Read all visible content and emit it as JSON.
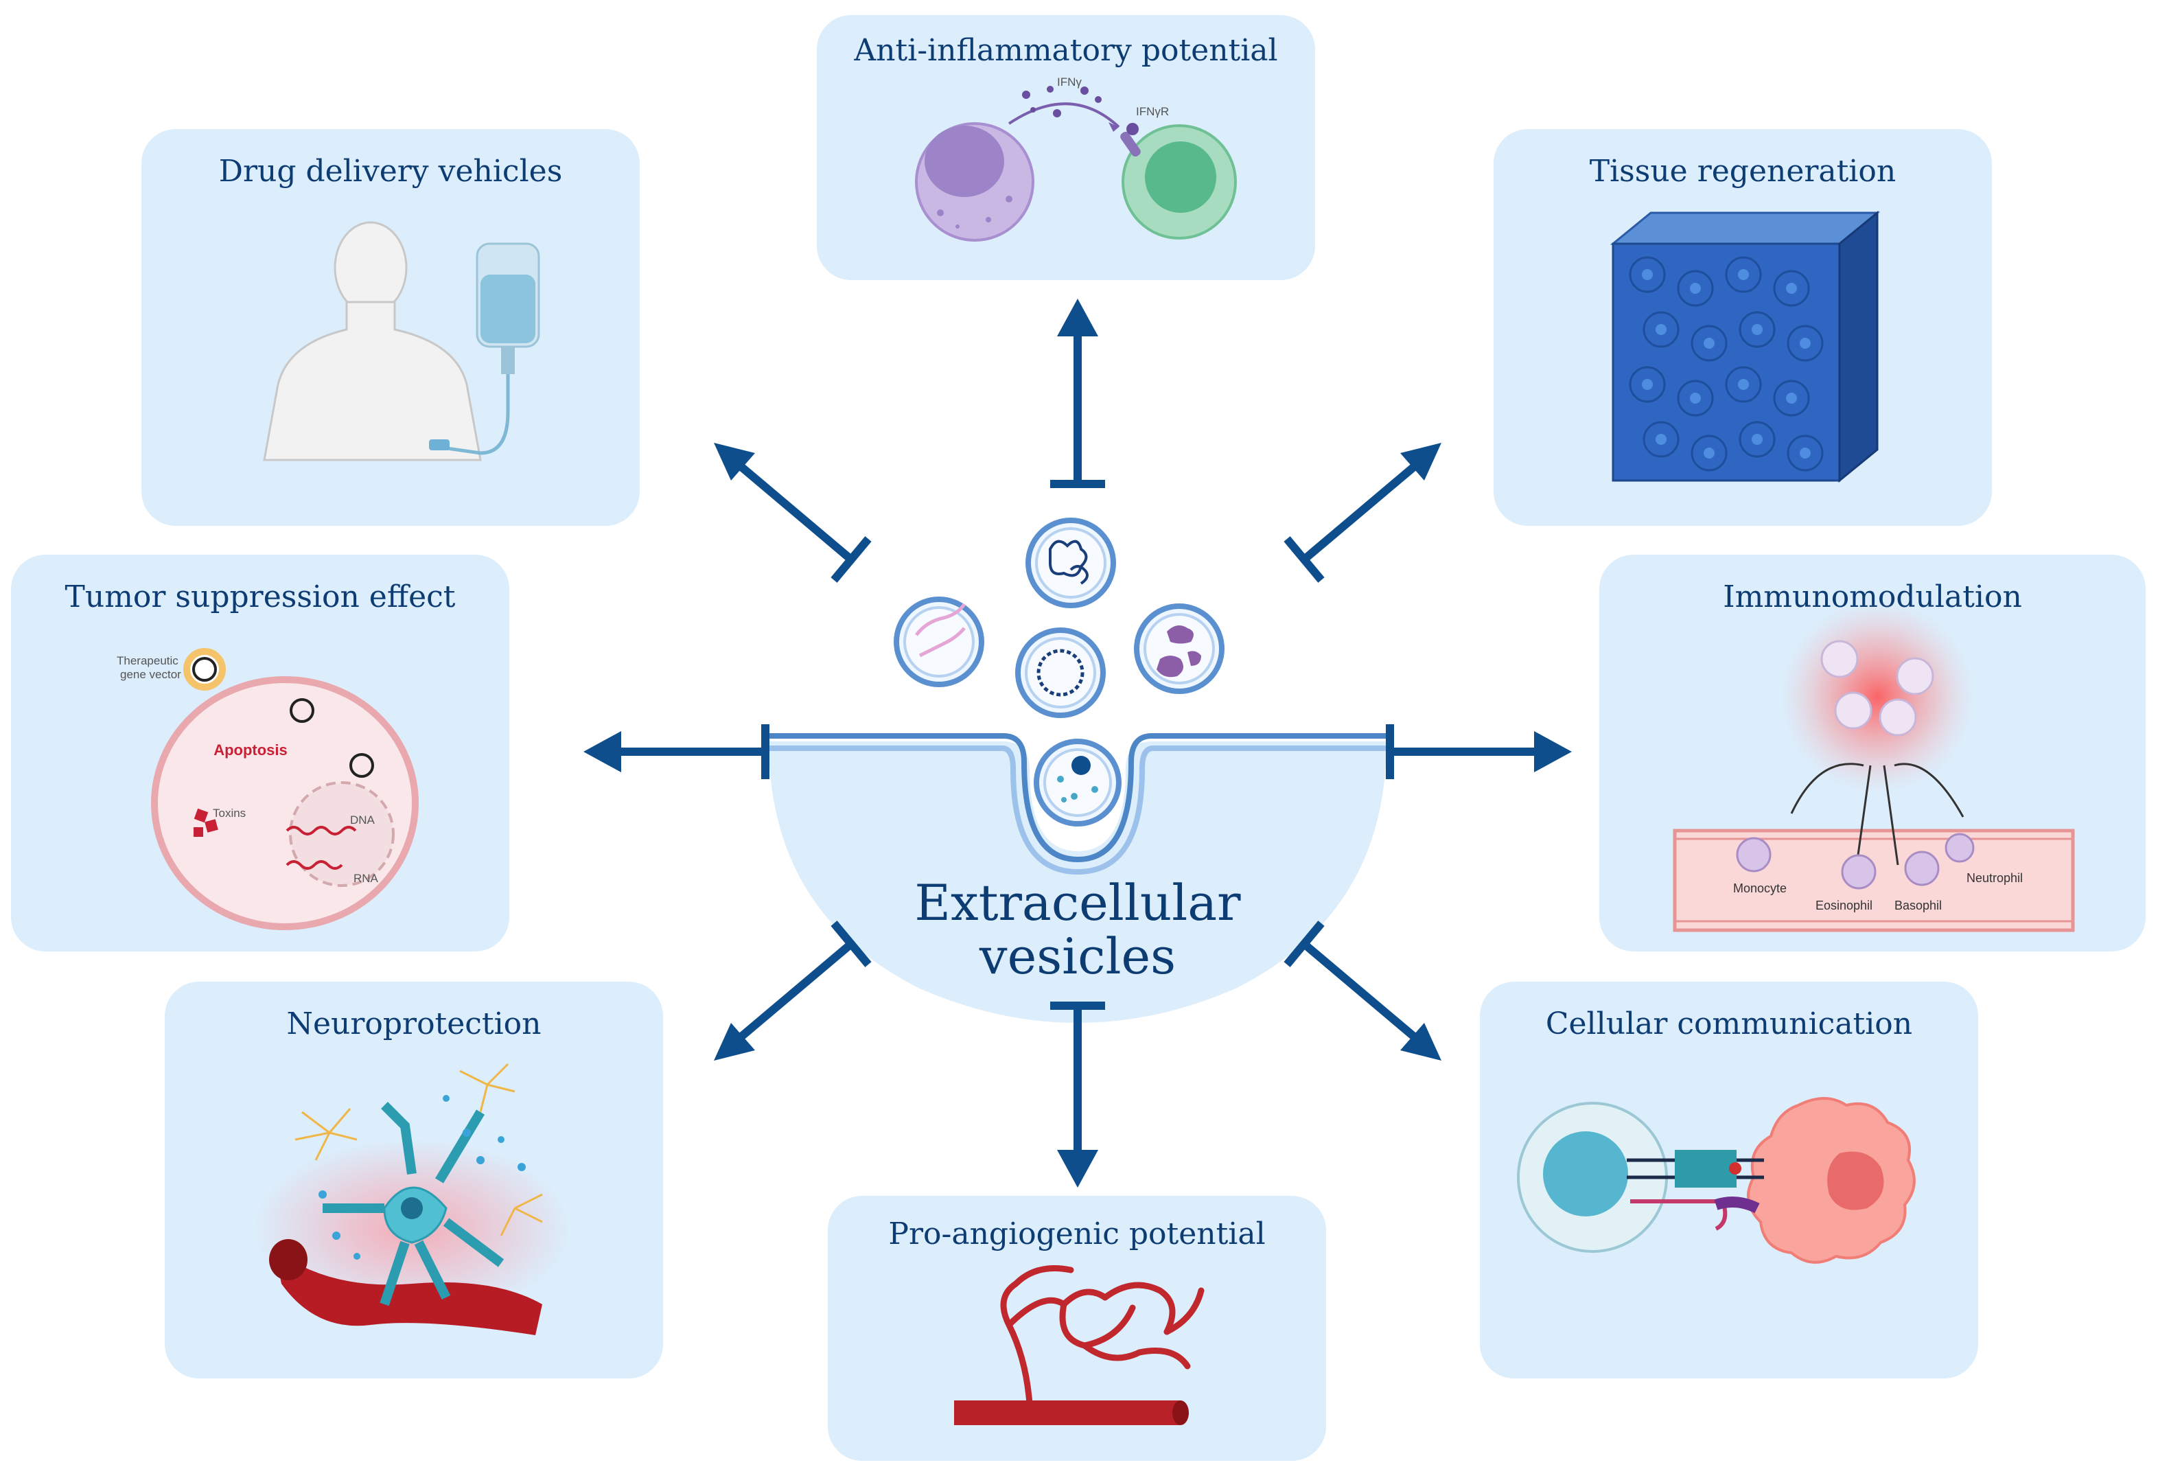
{
  "center": {
    "line1": "Extracellular",
    "line2": "vesicles"
  },
  "panels": {
    "anti_inflammatory": {
      "title": "Anti-inflammatory potential",
      "label1": "IFNγ",
      "label2": "IFNγR"
    },
    "drug_delivery": {
      "title": "Drug delivery vehicles"
    },
    "tissue_regeneration": {
      "title": "Tissue regeneration"
    },
    "tumor_suppression": {
      "title": "Tumor suppression effect",
      "vector_label1": "Therapeutic",
      "vector_label2": "gene vector",
      "apoptosis": "Apoptosis",
      "toxins": "Toxins",
      "dna": "DNA",
      "rna": "RNA"
    },
    "immunomodulation": {
      "title": "Immunomodulation",
      "cells": [
        "Monocyte",
        "Eosinophil",
        "Basophil",
        "Neutrophil"
      ]
    },
    "neuroprotection": {
      "title": "Neuroprotection"
    },
    "cellular_communication": {
      "title": "Cellular communication"
    },
    "pro_angiogenic": {
      "title": "Pro-angiogenic potential"
    }
  },
  "colors": {
    "panel_fill": "#dcedfb",
    "title": "#0d3c73",
    "arrow": "#0e4e8c"
  }
}
